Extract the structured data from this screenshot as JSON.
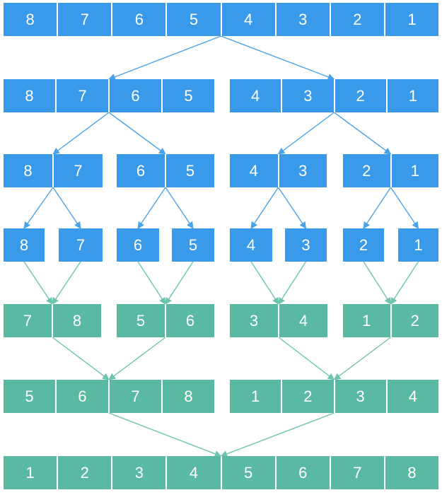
{
  "colors": {
    "split": "#3a9aea",
    "merge": "#5ab9a2",
    "split_arrow": "#4aa2e8",
    "merge_arrow": "#6cc3b0"
  },
  "levels": [
    {
      "kind": "split",
      "groups": [
        [
          "8",
          "7",
          "6",
          "5",
          "4",
          "3",
          "2",
          "1"
        ]
      ]
    },
    {
      "kind": "split",
      "groups": [
        [
          "8",
          "7",
          "6",
          "5"
        ],
        [
          "4",
          "3",
          "2",
          "1"
        ]
      ]
    },
    {
      "kind": "split",
      "groups": [
        [
          "8",
          "7"
        ],
        [
          "6",
          "5"
        ],
        [
          "4",
          "3"
        ],
        [
          "2",
          "1"
        ]
      ]
    },
    {
      "kind": "split",
      "groups": [
        [
          "8"
        ],
        [
          "7"
        ],
        [
          "6"
        ],
        [
          "5"
        ],
        [
          "4"
        ],
        [
          "3"
        ],
        [
          "2"
        ],
        [
          "1"
        ]
      ]
    },
    {
      "kind": "merge",
      "groups": [
        [
          "7",
          "8"
        ],
        [
          "5",
          "6"
        ],
        [
          "3",
          "4"
        ],
        [
          "1",
          "2"
        ]
      ]
    },
    {
      "kind": "merge",
      "groups": [
        [
          "5",
          "6",
          "7",
          "8"
        ],
        [
          "1",
          "2",
          "3",
          "4"
        ]
      ]
    },
    {
      "kind": "merge",
      "groups": [
        [
          "1",
          "2",
          "3",
          "4",
          "5",
          "6",
          "7",
          "8"
        ]
      ]
    }
  ]
}
